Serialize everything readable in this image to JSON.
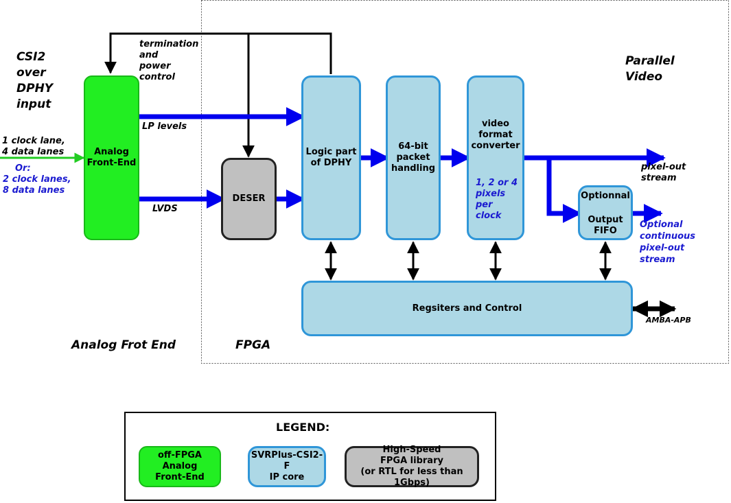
{
  "diagram": {
    "blocks": {
      "analog_front_end": "Analog\nFront-End",
      "deser": "DESER",
      "logic_dphy": "Logic part\nof DPHY",
      "packet_handling": "64-bit\npacket\nhandling",
      "video_converter": "video\nformat\nconverter",
      "video_converter_note": "1, 2 or 4\npixels\nper\nclock",
      "optional_label": "Optionnal",
      "output_fifo": "Output\nFIFO",
      "registers": "Regsiters and Control"
    },
    "labels": {
      "csi2_input": "CSI2\nover\nDPHY\ninput",
      "lanes": "1 clock lane,\n4 data lanes",
      "lanes_alt": "Or:\n2 clock lanes,\n8 data lanes",
      "termination": "termination\nand\npower\ncontrol",
      "lp_levels": "LP levels",
      "lvds": "LVDS",
      "parallel_video": "Parallel\nVideo",
      "pixel_out": "pixel-out\nstream",
      "optional_continuous": "Optional\ncontinuous\npixel-out\nstream",
      "amba": "AMBA-APB",
      "analog_region": "Analog Frot End",
      "fpga_region": "FPGA"
    },
    "legend": {
      "title": "LEGEND:",
      "items": [
        {
          "label": "off-FPGA\nAnalog\nFront-End",
          "color": "#22ee22"
        },
        {
          "label": "SVRPlus-CSI2-F\nIP core",
          "color": "#add8e6"
        },
        {
          "label": "High-Speed\nFPGA library\n(or RTL for less than 1Gbps)",
          "color": "#c0c0c0"
        }
      ]
    },
    "colors": {
      "green": "#22ee22",
      "light_blue": "#add8e6",
      "grey": "#c0c0c0",
      "data_arrow": "#0000ee",
      "control_arrow": "#000000"
    }
  }
}
